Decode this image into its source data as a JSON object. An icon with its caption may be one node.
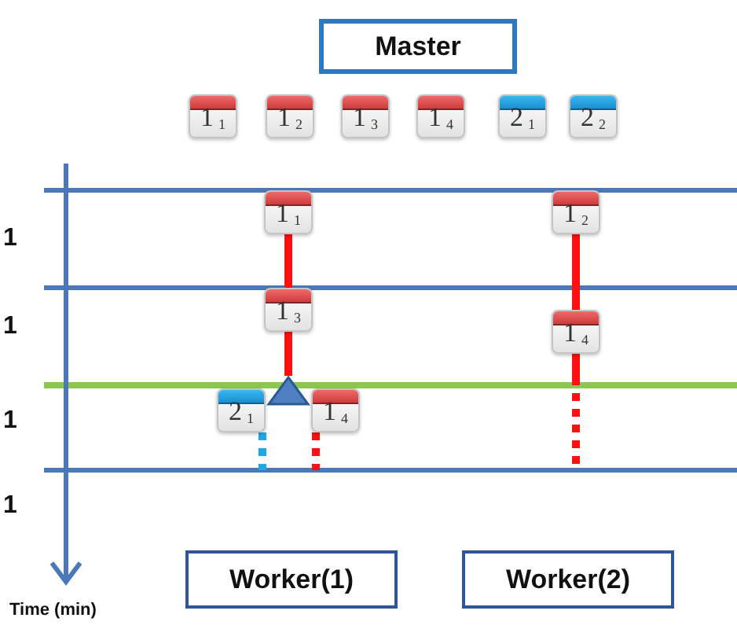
{
  "diagram": {
    "nodes": [
      {
        "text": [
          "Master"
        ]
      },
      {
        "text": [
          "1$_{1}$"
        ]
      },
      {
        "text": [
          "1$_{2}$"
        ]
      },
      {
        "text": [
          "1$_{3}$"
        ]
      },
      {
        "text": [
          "1$_{4}$"
        ]
      },
      {
        "text": [
          "2$_{1}$"
        ]
      },
      {
        "text": [
          "2$_{2}$"
        ]
      },
      {
        "text": [
          "1$_{1}$"
        ]
      },
      {
        "text": [
          "1$_{2}$"
        ]
      },
      {
        "text": [
          "1$_{3}$"
        ]
      },
      {
        "text": [
          "1$_{4}$"
        ]
      },
      {
        "text": [],
        "shape": "triangle"
      },
      {
        "text": [
          "2$_{1}$"
        ]
      },
      {
        "text": [
          "1$_{4}$"
        ]
      },
      {
        "text": [
          "Worker(1)"
        ]
      },
      {
        "text": [
          "Worker(2)"
        ]
      }
    ],
    "edges": [
      {
        "from": 7,
        "to": 9,
        "arrow": "none"
      },
      {
        "from": 9,
        "to": 11,
        "arrow": "none"
      },
      {
        "from": 8,
        "to": 10,
        "arrow": "none"
      },
      {
        "from": 10,
        "to": null,
        "arrow": "none",
        "style": "dashed"
      },
      {
        "from": 12,
        "to": null,
        "arrow": "none",
        "style": "dashed",
        "color": "#1ea8e8"
      },
      {
        "from": 13,
        "to": null,
        "arrow": "none",
        "style": "dashed"
      }
    ],
    "labels": [
      "1",
      "1",
      "1",
      "1",
      "Time (min)"
    ]
  }
}
